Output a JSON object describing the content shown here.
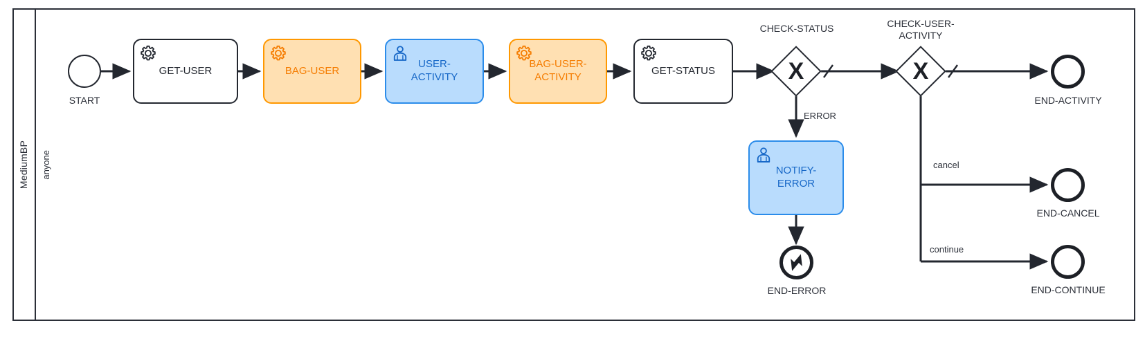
{
  "diagram": {
    "type": "bpmn-process",
    "pool_label": "MediumBP",
    "lane_label": "anyone",
    "colors": {
      "stroke": "#23272f",
      "orange_fill": "#ffe0b2",
      "orange_stroke": "#ff9800",
      "orange_text": "#f57c00",
      "blue_fill": "#b9dcfd",
      "blue_stroke": "#2b8cea",
      "blue_text": "#1667c7",
      "white_fill": "#ffffff"
    }
  },
  "nodes": {
    "start": {
      "label": "START",
      "kind": "start-event"
    },
    "get_user": {
      "label": "GET-USER",
      "kind": "service-task",
      "style": "plain",
      "icon": "gear-icon"
    },
    "bag_user": {
      "label": "BAG-USER",
      "kind": "service-task",
      "style": "orange",
      "icon": "gear-icon"
    },
    "user_activity": {
      "label": "USER-\nACTIVITY",
      "kind": "user-task",
      "style": "blue",
      "icon": "user-icon"
    },
    "bag_user_activity": {
      "label": "BAG-USER-\nACTIVITY",
      "kind": "service-task",
      "style": "orange",
      "icon": "gear-icon"
    },
    "get_status": {
      "label": "GET-STATUS",
      "kind": "service-task",
      "style": "plain",
      "icon": "gear-icon"
    },
    "check_status": {
      "label": "CHECK-STATUS",
      "kind": "exclusive-gateway",
      "symbol": "X"
    },
    "check_user_activity": {
      "label": "CHECK-USER-\nACTIVITY",
      "kind": "exclusive-gateway",
      "symbol": "X"
    },
    "notify_error": {
      "label": "NOTIFY-\nERROR",
      "kind": "user-task",
      "style": "blue",
      "icon": "user-icon"
    },
    "end_activity": {
      "label": "END-ACTIVITY",
      "kind": "end-event"
    },
    "end_error": {
      "label": "END-ERROR",
      "kind": "end-error-event",
      "icon": "error-bolt-icon"
    },
    "end_cancel": {
      "label": "END-CANCEL",
      "kind": "end-event"
    },
    "end_continue": {
      "label": "END-CONTINUE",
      "kind": "end-event"
    }
  },
  "flows": [
    {
      "from": "start",
      "to": "get_user",
      "label": ""
    },
    {
      "from": "get_user",
      "to": "bag_user",
      "label": ""
    },
    {
      "from": "bag_user",
      "to": "user_activity",
      "label": ""
    },
    {
      "from": "user_activity",
      "to": "bag_user_activity",
      "label": ""
    },
    {
      "from": "bag_user_activity",
      "to": "get_status",
      "label": ""
    },
    {
      "from": "get_status",
      "to": "check_status",
      "label": ""
    },
    {
      "from": "check_status",
      "to": "check_user_activity",
      "label": "",
      "default": true
    },
    {
      "from": "check_status",
      "to": "notify_error",
      "label": "ERROR"
    },
    {
      "from": "notify_error",
      "to": "end_error",
      "label": ""
    },
    {
      "from": "check_user_activity",
      "to": "end_activity",
      "label": "",
      "default": true
    },
    {
      "from": "check_user_activity",
      "to": "end_cancel",
      "label": "cancel"
    },
    {
      "from": "check_user_activity",
      "to": "end_continue",
      "label": "continue"
    }
  ],
  "flow_labels": {
    "error": "ERROR",
    "cancel": "cancel",
    "continue": "continue"
  }
}
